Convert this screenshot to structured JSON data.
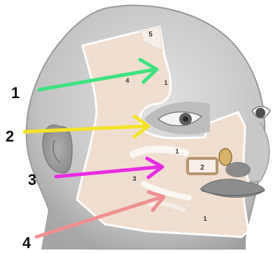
{
  "outer_labels": [
    "1",
    "2",
    "3",
    "4"
  ],
  "flap_labels": [
    "5",
    "4",
    "1",
    "1",
    "2",
    "3",
    "1"
  ],
  "arrows": [
    {
      "label": "1",
      "color": "#3ee27f"
    },
    {
      "label": "2",
      "color": "#f3e32a"
    },
    {
      "label": "3",
      "color": "#e92be3"
    },
    {
      "label": "4",
      "color": "#f08f91"
    }
  ],
  "colors": {
    "head": "#c9c9c9",
    "head_shadow": "#9e9e9e",
    "flap": "#f0dfd1",
    "flap_line": "#d9bfae",
    "tissue": "#efe7e1",
    "lips": "#8d8d8d"
  }
}
